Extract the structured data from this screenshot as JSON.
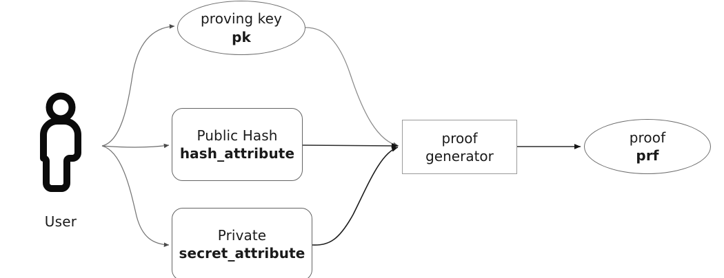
{
  "diagram": {
    "title": "zero-knowledge proof generation flow",
    "background": "#ffffff",
    "stroke_dark": "#1a1a1a",
    "stroke_grey": "#6b6b6b",
    "nodes": {
      "user": {
        "label": "User",
        "icon": "person-icon"
      },
      "proving_key": {
        "line_top": "proving key",
        "line_bottom": "pk",
        "shape": "ellipse"
      },
      "public_hash": {
        "line_top": "Public Hash",
        "line_bottom": "hash_attribute",
        "shape": "rounded-rectangle"
      },
      "private": {
        "line_top": "Private",
        "line_bottom": "secret_attribute",
        "shape": "rounded-rectangle"
      },
      "proof_generator": {
        "line_top": "proof",
        "line_bottom": "generator",
        "shape": "rectangle"
      },
      "proof": {
        "line_top": "proof",
        "line_bottom": "prf",
        "shape": "ellipse"
      }
    },
    "edges": [
      {
        "id": "user-to-proving-key",
        "from": "user",
        "to": "proving_key",
        "style": "curved",
        "arrow": true
      },
      {
        "id": "user-to-public-hash",
        "from": "user",
        "to": "public_hash",
        "style": "straight",
        "arrow": true
      },
      {
        "id": "user-to-private",
        "from": "user",
        "to": "private",
        "style": "curved",
        "arrow": true
      },
      {
        "id": "proving-key-to-generator",
        "from": "proving_key",
        "to": "proof_generator",
        "style": "curved",
        "arrow": true
      },
      {
        "id": "public-hash-to-generator",
        "from": "public_hash",
        "to": "proof_generator",
        "style": "straight",
        "arrow": true
      },
      {
        "id": "private-to-generator",
        "from": "private",
        "to": "proof_generator",
        "style": "curved",
        "arrow": true
      },
      {
        "id": "generator-to-proof",
        "from": "proof_generator",
        "to": "proof",
        "style": "straight",
        "arrow": true
      }
    ]
  }
}
